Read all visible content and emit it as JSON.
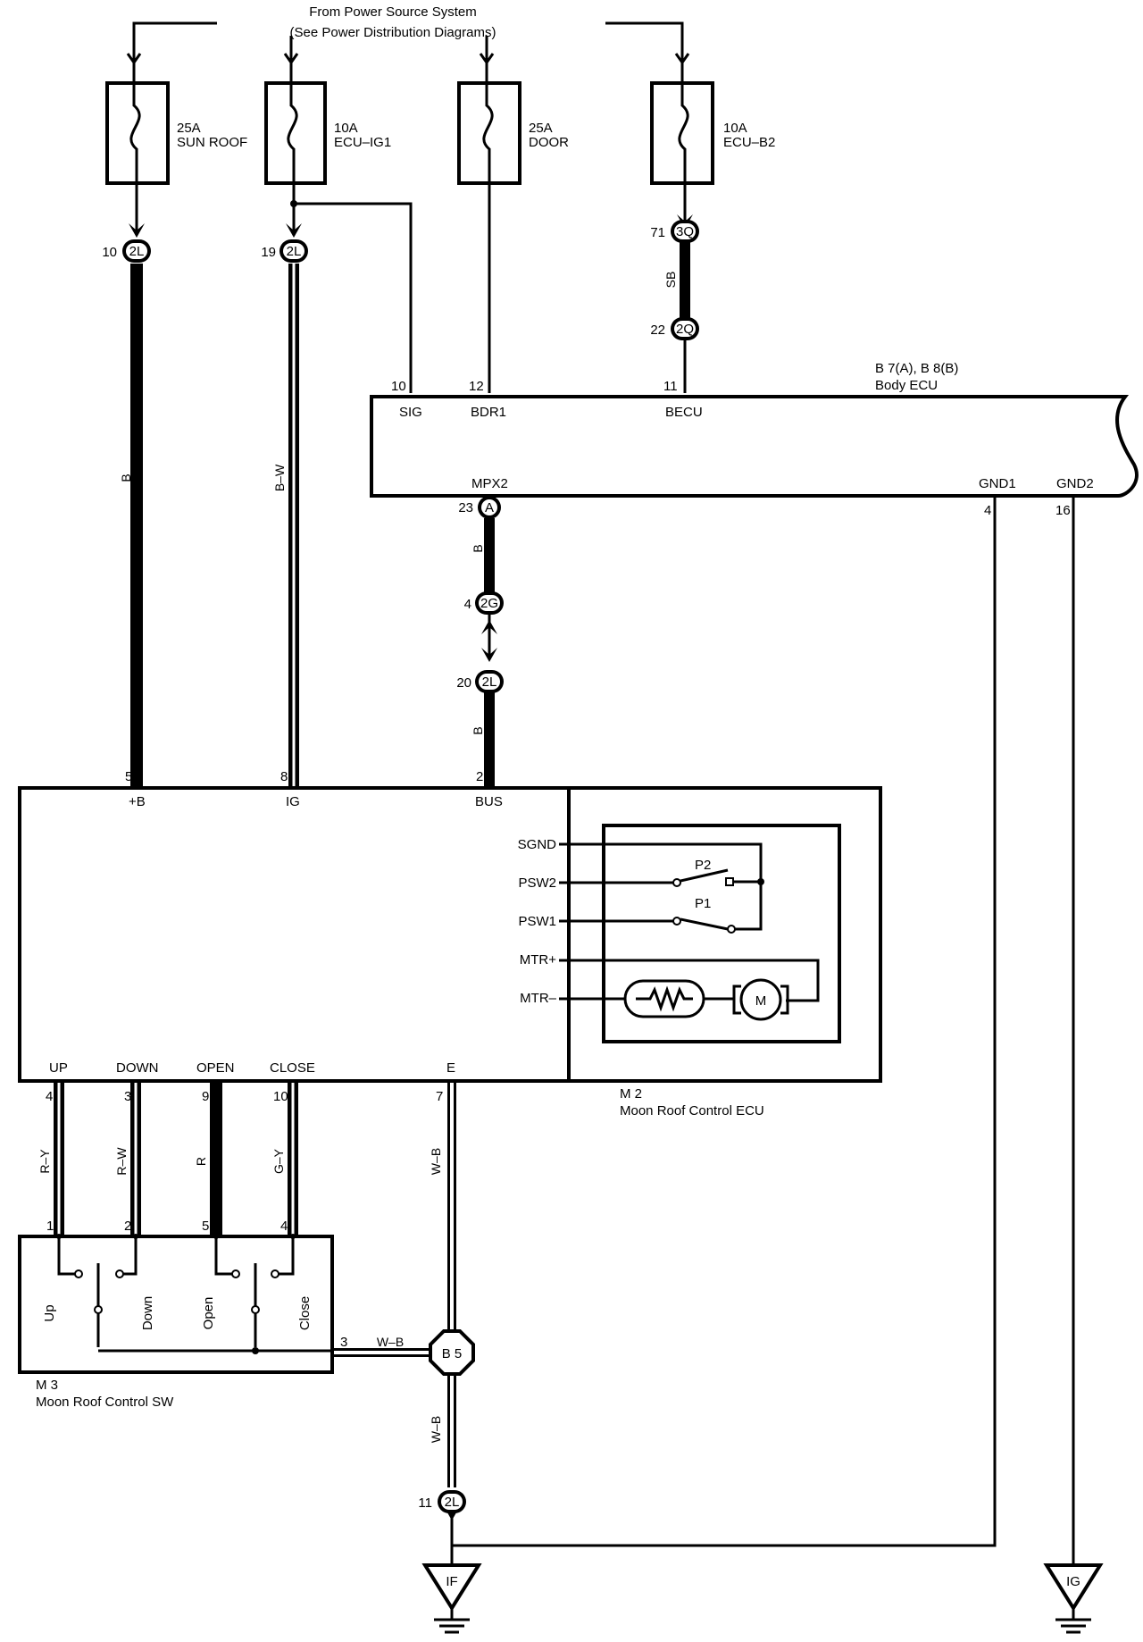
{
  "header": {
    "line1": "From Power Source System",
    "line2": "(See Power Distribution Diagrams)"
  },
  "fuses": [
    {
      "amp": "25A",
      "name": "SUN ROOF"
    },
    {
      "amp": "10A",
      "name": "ECU–IG1"
    },
    {
      "amp": "25A",
      "name": "DOOR"
    },
    {
      "amp": "10A",
      "name": "ECU–B2"
    }
  ],
  "connectors": {
    "c_2l_10": {
      "pin": "10",
      "code": "2L"
    },
    "c_2l_19": {
      "pin": "19",
      "code": "2L"
    },
    "c_3q_71": {
      "pin": "71",
      "code": "3Q"
    },
    "c_2q_22": {
      "pin": "22",
      "code": "2Q"
    },
    "c_a_23": {
      "pin": "23",
      "code": "A"
    },
    "c_2g_4": {
      "pin": "4",
      "code": "2G"
    },
    "c_2l_20": {
      "pin": "20",
      "code": "2L"
    },
    "c_2l_11": {
      "pin": "11",
      "code": "2L"
    }
  },
  "wire_colors": {
    "sunroof": "B",
    "ecu_ig1": "B–W",
    "ecu_b2": "SB",
    "mpx_upper": "B",
    "mpx_lower": "B",
    "up": "R–Y",
    "down": "R–W",
    "open": "R",
    "close": "G–Y",
    "e": "W–B",
    "sw3": "W–B",
    "gnd": "W–B"
  },
  "body_ecu": {
    "title": "B 7(A), B 8(B)",
    "name": "Body ECU",
    "top_pins": [
      {
        "num": "10",
        "label": "SIG"
      },
      {
        "num": "12",
        "label": "BDR1"
      },
      {
        "num": "11",
        "label": "BECU"
      }
    ],
    "mpx_label": "MPX2",
    "gnd1": {
      "label": "GND1",
      "num": "4"
    },
    "gnd2": {
      "label": "GND2",
      "num": "16"
    }
  },
  "moon_ecu": {
    "id": "M 2",
    "name": "Moon Roof Control ECU",
    "top_pins": [
      {
        "num": "5",
        "label": "+B"
      },
      {
        "num": "8",
        "label": "IG"
      },
      {
        "num": "2",
        "label": "BUS"
      }
    ],
    "bottom_pins": [
      {
        "num": "4",
        "label": "UP"
      },
      {
        "num": "3",
        "label": "DOWN"
      },
      {
        "num": "9",
        "label": "OPEN"
      },
      {
        "num": "10",
        "label": "CLOSE"
      },
      {
        "num": "7",
        "label": "E"
      }
    ],
    "motor_signals": [
      "SGND",
      "PSW2",
      "PSW1",
      "MTR+",
      "MTR–"
    ],
    "switch_labels": [
      "P2",
      "P1"
    ],
    "motor_letter": "M"
  },
  "moon_sw": {
    "id": "M 3",
    "name": "Moon Roof Control SW",
    "top_pins": [
      "1",
      "2",
      "5",
      "4"
    ],
    "contacts": [
      "Up",
      "Down",
      "Open",
      "Close"
    ],
    "ground_pin": "3"
  },
  "junction": "B 5",
  "grounds": [
    "IF",
    "IG"
  ]
}
